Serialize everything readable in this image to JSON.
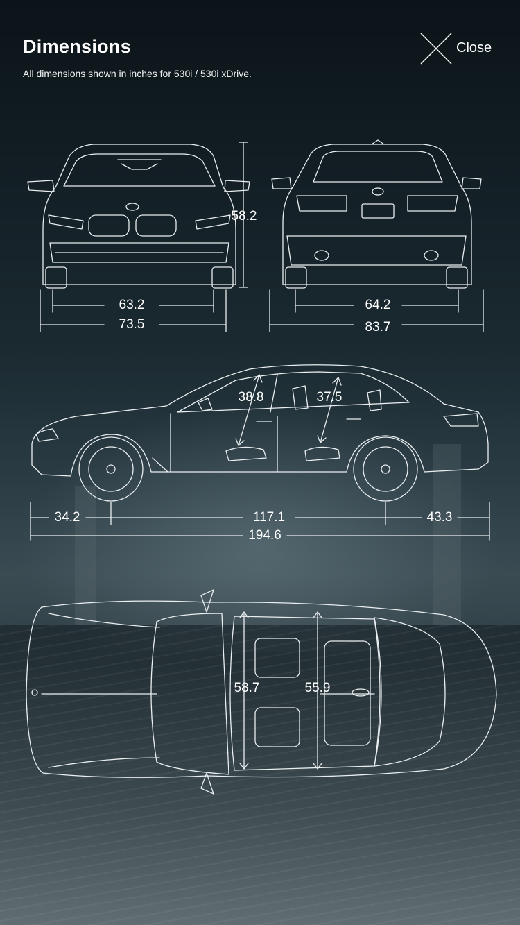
{
  "header": {
    "title": "Dimensions",
    "subtitle": "All dimensions shown in inches for 530i / 530i xDrive.",
    "close_label": "Close"
  },
  "front_view": {
    "height": "58.2",
    "track": "63.2",
    "width": "73.5"
  },
  "rear_view": {
    "track": "64.2",
    "width_with_mirrors": "83.7"
  },
  "side_view": {
    "front_headroom": "38.8",
    "rear_headroom": "37.5",
    "front_overhang": "34.2",
    "wheelbase": "117.1",
    "rear_overhang": "43.3",
    "length": "194.6"
  },
  "top_view": {
    "front_shoulder_room": "58.7",
    "rear_shoulder_room": "55.9"
  },
  "icons": {
    "close": "close-icon"
  },
  "colors": {
    "line": "#e9eef0",
    "text": "#ffffff"
  }
}
